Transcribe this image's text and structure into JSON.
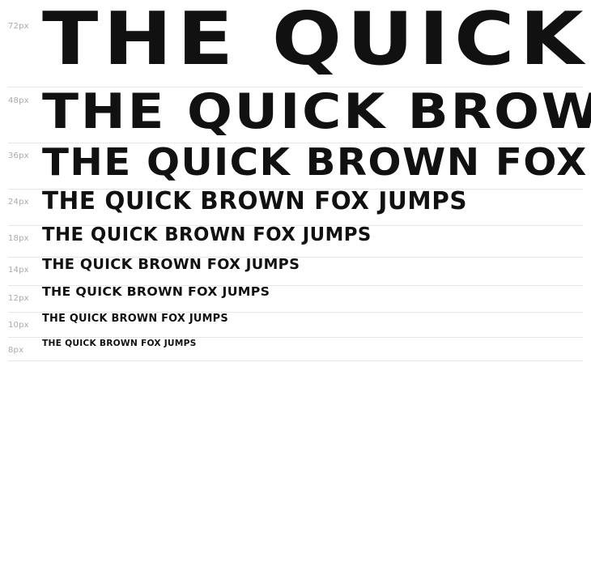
{
  "waterfall": {
    "sample_text": "THE QUICK BROWN FOX JUMPS",
    "rows": [
      {
        "size_label": "72px"
      },
      {
        "size_label": "48px"
      },
      {
        "size_label": "36px"
      },
      {
        "size_label": "24px"
      },
      {
        "size_label": "18px"
      },
      {
        "size_label": "14px"
      },
      {
        "size_label": "12px"
      },
      {
        "size_label": "10px"
      },
      {
        "size_label": "8px"
      }
    ]
  },
  "colors": {
    "text": "#111111",
    "label": "#aaaaaa",
    "divider": "#e6e6e6",
    "background": "#ffffff"
  }
}
